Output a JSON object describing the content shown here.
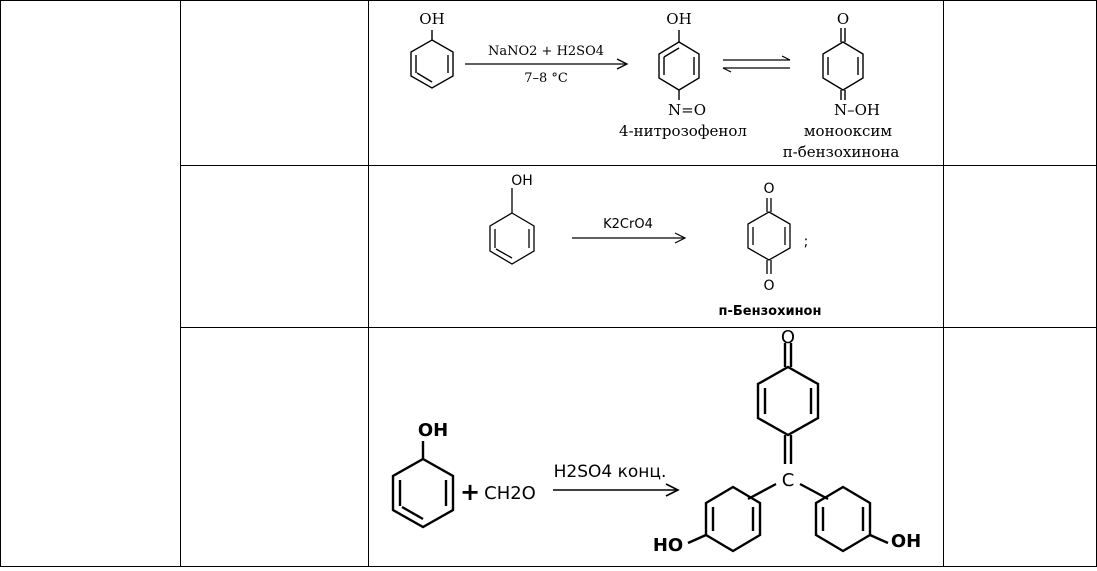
{
  "reactions": [
    {
      "reactant_group": "OH",
      "reagent_top": "NaNO2 + H2SO4",
      "reagent_bottom": "7–8 °C",
      "product_group": "OH",
      "product_substituent": "N=O",
      "product_name": "4-нитрозофенол",
      "tautomer_top": "O",
      "tautomer_substituent": "N–OH",
      "tautomer_name_line1": "монооксим",
      "tautomer_name_line2": "п-бензохинона"
    },
    {
      "reactant_group": "OH",
      "reagent": "K2CrO4",
      "product_top": "O",
      "product_bottom": "O",
      "separator": ";",
      "product_name": "п-Бензохинон"
    },
    {
      "reactant_group": "OH",
      "plus": "+",
      "co_reactant": "CH2O",
      "reagent": "H2SO4 конц.",
      "product_top": "O",
      "product_center": "C",
      "product_left_group": "HO",
      "product_right_group": "OH"
    }
  ]
}
